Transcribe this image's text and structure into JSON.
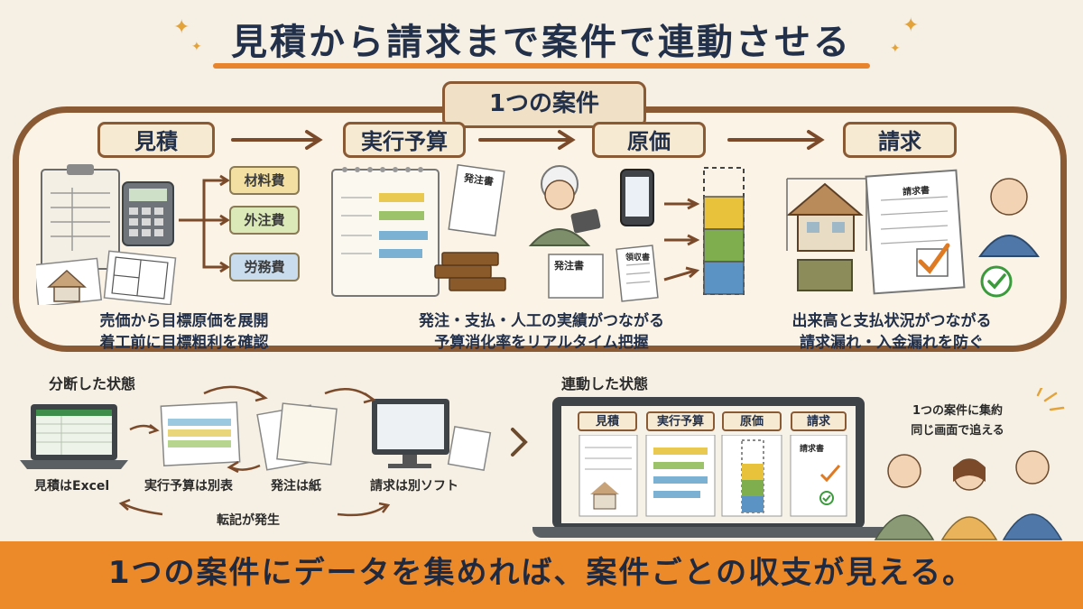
{
  "title": "見積から請求まで案件で連動させる",
  "case_label": "1つの案件",
  "stages": [
    "見積",
    "実行予算",
    "原価",
    "請求"
  ],
  "cost_tags": [
    "材料費",
    "外注費",
    "労務費"
  ],
  "captions": {
    "estimate": [
      "売価から目標原価を展開",
      "着工前に目標粗利を確認"
    ],
    "cost": [
      "発注・支払・人工の実績がつながる",
      "予算消化率をリアルタイム把握"
    ],
    "billing": [
      "出来高と支払状況がつながる",
      "請求漏れ・入金漏れを防ぐ"
    ]
  },
  "documents": {
    "order_form": "発注書",
    "order_form_2": "発注書",
    "invoice": "請求書",
    "invoice_mini": "請求書",
    "receipt": "領収書"
  },
  "fragmented": {
    "heading": "分断した状態",
    "items": [
      "見積はExcel",
      "実行予算は別表",
      "発注は紙",
      "請求は別ソフト"
    ],
    "note": "転記が発生"
  },
  "linked": {
    "heading": "連動した状態",
    "screen_tabs": [
      "見積",
      "実行予算",
      "原価",
      "請求"
    ],
    "bubble": [
      "1つの案件に集約",
      "同じ画面で追える"
    ]
  },
  "bottom_message": "1つの案件にデータを集めれば、案件ごとの収支が見える。",
  "colors": {
    "accent": "#ec8a2a",
    "frame": "#8a5a34",
    "bar_yellow": "#e8c23a",
    "bar_green": "#7fae4e",
    "bar_blue": "#5b93c4"
  }
}
